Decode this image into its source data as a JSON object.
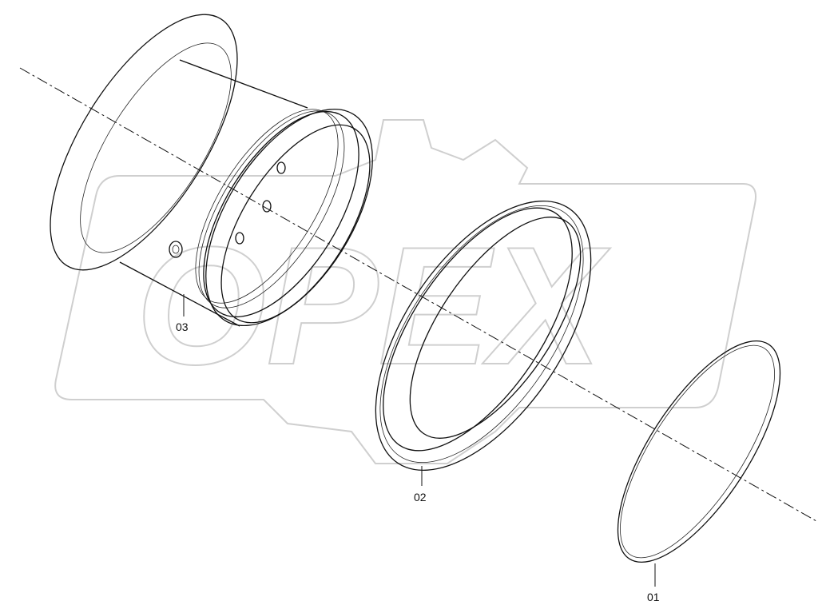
{
  "diagram": {
    "watermark": "OPEX",
    "parts": [
      {
        "callout": "01"
      },
      {
        "callout": "02"
      },
      {
        "callout": "03"
      }
    ]
  }
}
